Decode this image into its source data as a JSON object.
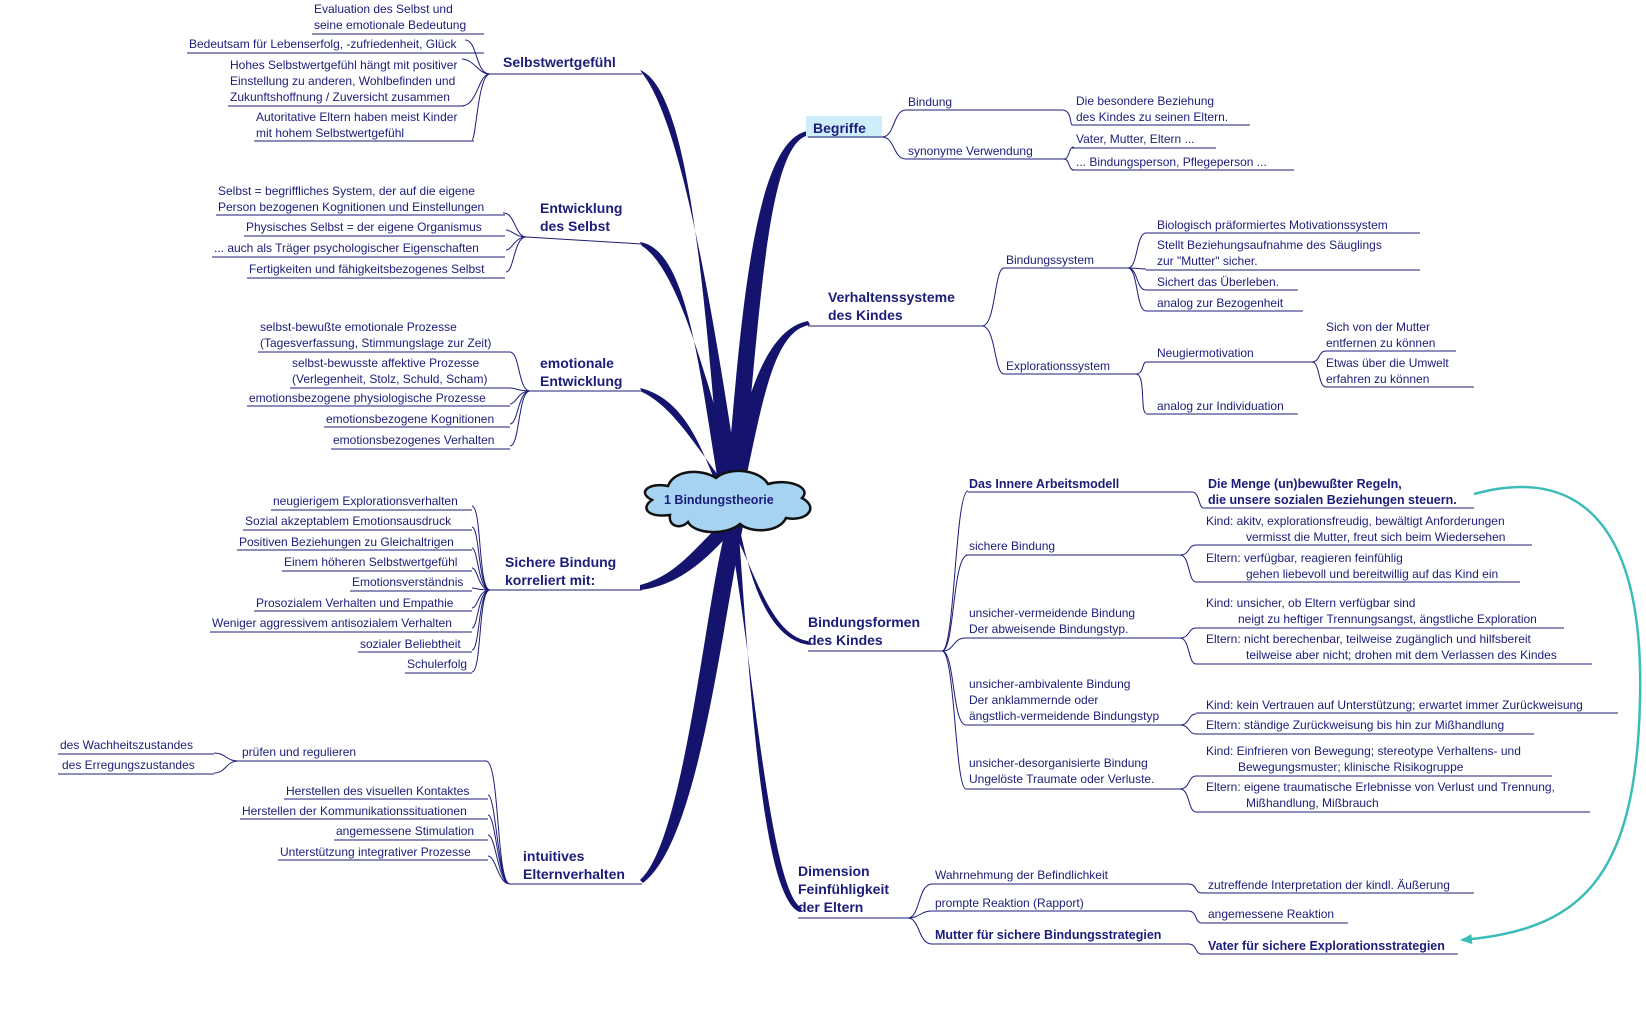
{
  "center": "1 Bindungstheorie",
  "selbstwert": {
    "title": "Selbstwertgefühl",
    "items": [
      [
        "Evaluation des Selbst und",
        "seine emotionale Bedeutung"
      ],
      [
        "Bedeutsam für Lebenserfolg, -zufriedenheit, Glück"
      ],
      [
        "Hohes Selbstwertgefühl hängt mit positiver",
        "Einstellung zu anderen, Wohlbefinden und",
        "Zukunftshoffnung / Zuversicht zusammen"
      ],
      [
        "Autoritative Eltern haben meist Kinder",
        "mit hohem Selbstwertgefühl"
      ]
    ]
  },
  "selbst": {
    "title": [
      "Entwicklung",
      "des Selbst"
    ],
    "items": [
      [
        "Selbst = begriffliches System, der auf die eigene",
        "Person bezogenen Kognitionen und Einstellungen"
      ],
      [
        "Physisches Selbst = der eigene Organismus"
      ],
      [
        "... auch als Träger psychologischer Eigenschaften"
      ],
      [
        "Fertigkeiten und fähigkeitsbezogenes Selbst"
      ]
    ]
  },
  "emotional": {
    "title": [
      "emotionale",
      "Entwicklung"
    ],
    "items": [
      [
        "selbst-bewußte emotionale Prozesse",
        "(Tagesverfassung, Stimmungslage zur Zeit)"
      ],
      [
        "selbst-bewusste affektive Prozesse",
        "(Verlegenheit, Stolz, Schuld, Scham)"
      ],
      [
        "emotionsbezogene physiologische Prozesse"
      ],
      [
        "emotionsbezogene Kognitionen"
      ],
      [
        "emotionsbezogenes Verhalten"
      ]
    ]
  },
  "sicher": {
    "title": [
      "Sichere Bindung",
      "korreliert mit:"
    ],
    "items": [
      "neugierigem Explorationsverhalten",
      "Sozial akzeptablem Emotionsausdruck",
      "Positiven Beziehungen zu Gleichaltrigen",
      "Einem höheren Selbstwertgefühl",
      "Emotionsverständnis",
      "Prosozialem Verhalten und Empathie",
      "Weniger aggressivem antisozialem Verhalten",
      "sozialer Beliebtheit",
      "Schulerfolg"
    ]
  },
  "intuitiv": {
    "title": [
      "intuitives",
      "Elternverhalten"
    ],
    "pruefen": "prüfen und regulieren",
    "pruefen_items": [
      "des Wachheitszustandes",
      "des Erregungszustandes"
    ],
    "items": [
      "Herstellen des visuellen Kontaktes",
      "Herstellen der Kommunikationssituationen",
      "angemessene Stimulation",
      "Unterstützung integrativer Prozesse"
    ]
  },
  "begriffe": {
    "title": "Begriffe",
    "bindung": "Bindung",
    "bindung_def": [
      "Die besondere Beziehung",
      "des Kindes zu seinen Eltern."
    ],
    "synonym": "synonyme Verwendung",
    "synonym_items": [
      "Vater, Mutter, Eltern ...",
      "... Bindungsperson, Pflegeperson ..."
    ]
  },
  "verhalten": {
    "title": [
      "Verhaltenssysteme",
      "des Kindes"
    ],
    "bindungssystem": "Bindungssystem",
    "bindungssystem_items": [
      [
        "Biologisch präformiertes Motivationssystem"
      ],
      [
        "Stellt Beziehungsaufnahme des Säuglings",
        "zur \"Mutter\" sicher."
      ],
      [
        "Sichert das Überleben."
      ],
      [
        "analog zur Bezogenheit"
      ]
    ],
    "exploration": "Explorationssystem",
    "neugier": "Neugiermotivation",
    "neugier_items": [
      [
        "Sich von der Mutter",
        "entfernen zu können"
      ],
      [
        "Etwas über die Umwelt",
        "erfahren zu können"
      ]
    ],
    "individuation": "analog zur Individuation"
  },
  "formen": {
    "title": [
      "Bindungsformen",
      "des Kindes"
    ],
    "arbeitsmodell": "Das Innere Arbeitsmodell",
    "arbeitsmodell_def": [
      "Die Menge (un)bewußter Regeln,",
      "die unsere sozialen Beziehungen steuern."
    ],
    "sicher": "sichere Bindung",
    "sicher_kind": [
      "Kind: akitv, explorationsfreudig, bewältigt Anforderungen",
      "vermisst die Mutter, freut sich beim Wiedersehen"
    ],
    "sicher_eltern": [
      "Eltern: verfügbar, reagieren feinfühlig",
      "gehen liebevoll und bereitwillig auf das Kind ein"
    ],
    "vermeidend": [
      "unsicher-vermeidende Bindung",
      "Der abweisende Bindungstyp."
    ],
    "vermeidend_kind": [
      "Kind: unsicher, ob Eltern verfügbar sind",
      "neigt zu heftiger Trennungsangst, ängstliche Exploration"
    ],
    "vermeidend_eltern": [
      "Eltern: nicht berechenbar, teilweise zugänglich und hilfsbereit",
      "teilweise aber nicht; drohen mit dem Verlassen des Kindes"
    ],
    "ambivalent": [
      "unsicher-ambivalente Bindung",
      "Der anklammernde oder",
      "ängstlich-vermeidende Bindungstyp"
    ],
    "ambivalent_kind": "Kind: kein Vertrauen auf Unterstützung; erwartet immer Zurückweisung",
    "ambivalent_eltern": "Eltern: ständige Zurückweisung bis hin zur Mißhandlung",
    "desorganisiert": [
      "unsicher-desorganisierte Bindung",
      "Ungelöste Traumate oder Verluste."
    ],
    "desorganisiert_kind": [
      "Kind: Einfrieren von Bewegung; stereotype Verhaltens- und",
      "Bewegungsmuster; klinische Risikogruppe"
    ],
    "desorganisiert_eltern": [
      "Eltern: eigene traumatische Erlebnisse von Verlust und Trennung,",
      "Mißhandlung, Mißbrauch"
    ]
  },
  "dimension": {
    "title": [
      "Dimension",
      "Feinfühligkeit",
      "der Eltern"
    ],
    "wahrnehmung": "Wahrnehmung der Befindlichkeit",
    "wahrnehmung_item": "zutreffende Interpretation der kindl. Äußerung",
    "reaktion": "prompte Reaktion (Rapport)",
    "reaktion_item": "angemessene Reaktion",
    "mutter": "Mutter für sichere Bindungsstrategien",
    "vater": "Vater für sichere Explorationsstrategien"
  },
  "colors": {
    "text": "#1c1c7a",
    "trunk": "#14146e",
    "cloud": "#a7d3f3",
    "highlight": "#cfeefb",
    "arrow": "#3cbcb8"
  }
}
